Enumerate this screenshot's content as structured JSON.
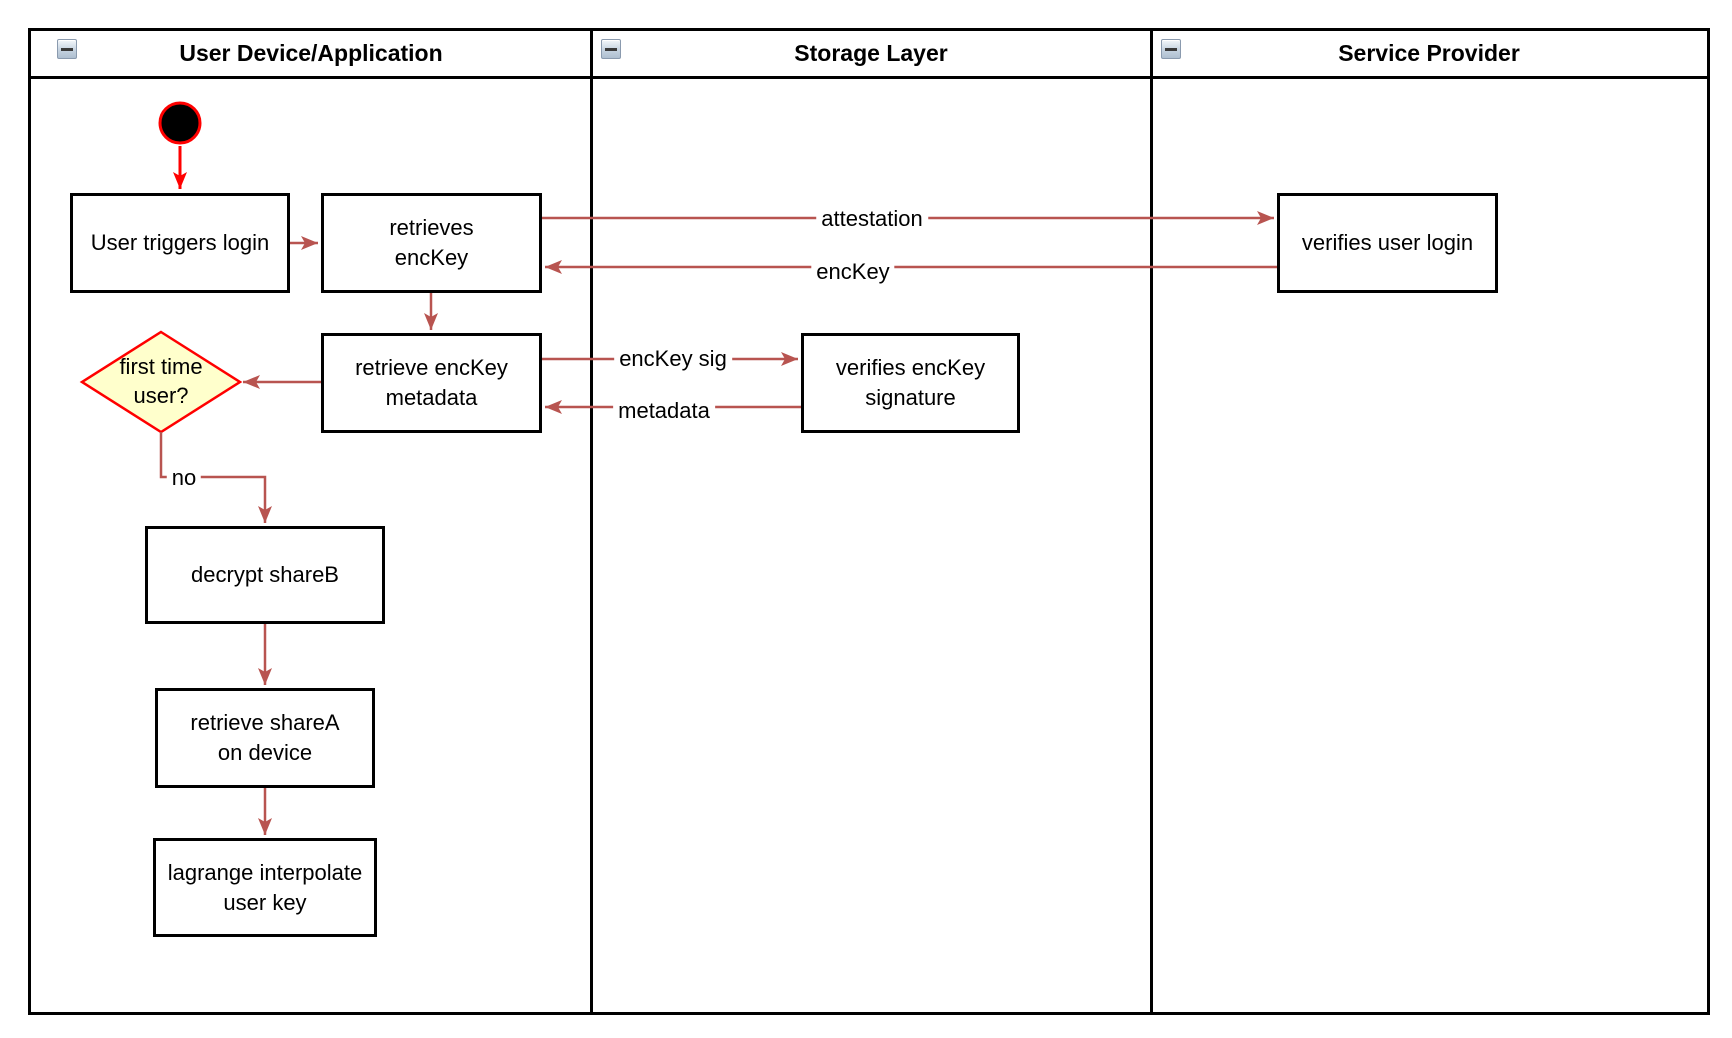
{
  "diagram": {
    "lanes": [
      {
        "title": "User Device/Application"
      },
      {
        "title": "Storage Layer"
      },
      {
        "title": "Service Provider"
      }
    ],
    "nodes": {
      "start": {
        "type": "initial-node"
      },
      "user_triggers_login": {
        "label": "User triggers login"
      },
      "retrieves_enckey": {
        "label": "retrieves\nencKey"
      },
      "verifies_user_login": {
        "label": "verifies user login"
      },
      "retrieve_enckey_metadata": {
        "label": "retrieve encKey\nmetadata"
      },
      "verifies_enckey_signature": {
        "label": "verifies encKey\nsignature"
      },
      "first_time_user": {
        "label": "first time\nuser?"
      },
      "decrypt_shareb": {
        "label": "decrypt shareB"
      },
      "retrieve_sharea": {
        "label": "retrieve shareA\non device"
      },
      "lagrange_interpolate": {
        "label": "lagrange interpolate\nuser key"
      }
    },
    "edge_labels": {
      "attestation": "attestation",
      "enckey": "encKey",
      "enckey_sig": "encKey sig",
      "metadata": "metadata",
      "no": "no"
    },
    "colors": {
      "flow_arrow": "#B85450",
      "highlight_arrow": "#FF0000",
      "decision_fill": "#FFFFCC",
      "decision_border": "#FF0000",
      "shape_border": "#000000",
      "shape_fill": "#FFFFFF"
    },
    "icons": {
      "collapse": "minus-icon"
    }
  }
}
